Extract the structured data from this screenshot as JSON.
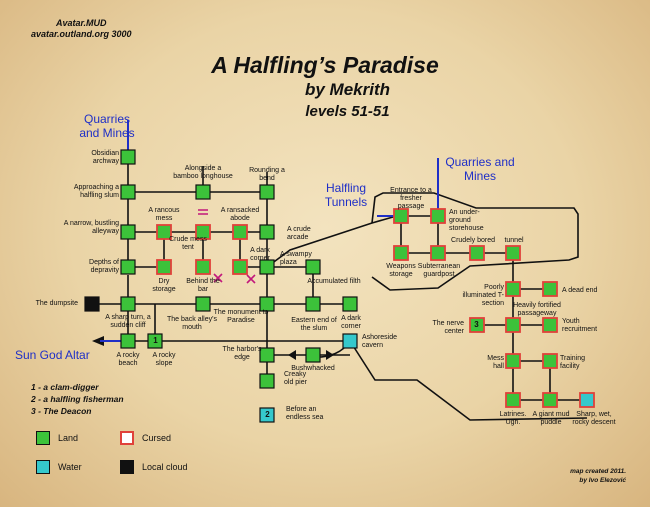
{
  "header": {
    "mud_name": "Avatar.MUD",
    "mud_address": "avatar.outland.org 3000",
    "title": "A Halfling’s Paradise",
    "author": "by Mekrith",
    "levels": "levels 51-51"
  },
  "exits": {
    "quarries_left": "Quarries and Mines",
    "quarries_right": "Quarries and Mines",
    "halfling_tunnels": "Halfling Tunnels",
    "sun_god_altar": "Sun God Altar"
  },
  "colors": {
    "land": "#3cc23a",
    "water": "#35c8cc",
    "cloud": "#111111",
    "cursed": "#e0413a",
    "link": "#111111",
    "exit": "#1f2fc7"
  },
  "rooms": {
    "obsidian": {
      "label": "Obsidian archway",
      "type": "land"
    },
    "approaching": {
      "label": "Approaching a halfling slum",
      "type": "land"
    },
    "narrow": {
      "label": "A narrow, bustling alleyway",
      "type": "land"
    },
    "depths": {
      "label": "Depths of depravity",
      "type": "land"
    },
    "dumpsite": {
      "label": "The dumpsite",
      "type": "cloud"
    },
    "sharp_turn": {
      "label": "A sharp turn, a sudden cliff",
      "type": "land"
    },
    "rocky_beach": {
      "label": "A rocky beach",
      "type": "land"
    },
    "rocky_slope": {
      "label": "A rocky slope",
      "type": "land",
      "mob": "1"
    },
    "rancous": {
      "label": "A rancous mess",
      "type": "land",
      "cursed": true
    },
    "crude_mess": {
      "label": "Crude mess tent",
      "type": "land",
      "cursed": true
    },
    "dry_storage": {
      "label": "Dry storage",
      "type": "land",
      "cursed": true
    },
    "behind_bar": {
      "label": "Behind the bar",
      "type": "land",
      "cursed": true
    },
    "bamboo": {
      "label": "Alongside a bamboo longhouse",
      "type": "land"
    },
    "rounding": {
      "label": "Rounding a bend",
      "type": "land"
    },
    "ransacked": {
      "label": "A ransacked abode",
      "type": "land",
      "cursed": true
    },
    "crude_arcade": {
      "label": "A crude arcade",
      "type": "land"
    },
    "dark_corner_a": {
      "label": "A dark corner",
      "type": "land",
      "cursed": true
    },
    "swampy": {
      "label": "A swampy plaza",
      "type": "land"
    },
    "accumulated": {
      "label": "Accumulated filth",
      "type": "land"
    },
    "monument": {
      "label": "The monument to Paradise",
      "type": "land"
    },
    "back_alley": {
      "label": "The back alley's mouth",
      "type": "land"
    },
    "eastern_end": {
      "label": "Eastern end of the slum",
      "type": "land"
    },
    "dark_corner_b": {
      "label": "A dark corner",
      "type": "land"
    },
    "harbor": {
      "label": "The harbor's edge",
      "type": "land"
    },
    "bushwhacked": {
      "label": "Bushwhacked",
      "type": "land"
    },
    "ashoreside": {
      "label": "Ashoreside cavern",
      "type": "water"
    },
    "creaky": {
      "label": "Creaky old pier",
      "type": "land"
    },
    "endless_sea": {
      "label": "Before an endless sea",
      "type": "water",
      "mob": "2"
    },
    "entrance": {
      "label": "Entrance to a fresher passage",
      "type": "land",
      "cursed": true
    },
    "underground": {
      "label": "An under-ground storehouse",
      "type": "land",
      "cursed": true
    },
    "weapons": {
      "label": "Weapons storage",
      "type": "land",
      "cursed": true
    },
    "subterranean": {
      "label": "Subterranean guardpost",
      "type": "land",
      "cursed": true
    },
    "crudely_bored": {
      "label": "Crudely bored",
      "type": "land",
      "cursed": true
    },
    "tunnel": {
      "label": "tunnel",
      "type": "land",
      "cursed": true
    },
    "poorly": {
      "label": "Poorly illuminated T-section",
      "type": "land",
      "cursed": true
    },
    "dead_end": {
      "label": "A dead end",
      "type": "land",
      "cursed": true
    },
    "heavily": {
      "label": "Heavily fortified passageway",
      "type": "land",
      "cursed": true
    },
    "nerve": {
      "label": "The nerve center",
      "type": "land",
      "cursed": true,
      "mob": "3"
    },
    "youth": {
      "label": "Youth recruitment",
      "type": "land",
      "cursed": true
    },
    "mess_hall": {
      "label": "Mess hall",
      "type": "land",
      "cursed": true
    },
    "training": {
      "label": "Training facility",
      "type": "land",
      "cursed": true
    },
    "latrines": {
      "label": "Latrines. Ugh.",
      "type": "land",
      "cursed": true
    },
    "giant_mud": {
      "label": "A giant mud puddle",
      "type": "land",
      "cursed": true
    },
    "sharp_wet": {
      "label": "Sharp, wet, rocky descent",
      "type": "water",
      "cursed": true
    }
  },
  "mobs": [
    "1 - a clam-digger",
    "2 - a halfling fisherman",
    "3 - The Deacon"
  ],
  "legend": {
    "land": "Land",
    "cursed": "Cursed",
    "water": "Water",
    "cloud": "Local cloud"
  },
  "credits": {
    "line1": "map created 2011.",
    "line2": "by Ivo Elezović"
  }
}
